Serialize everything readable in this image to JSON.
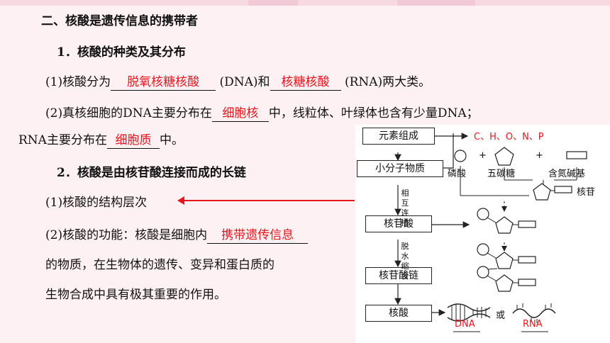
{
  "heading": "二、核酸是遗传信息的携带者",
  "section1": {
    "title": "1．核酸的种类及其分布",
    "line1": {
      "pre": "(1)核酸分为",
      "ans1": "脱氧核糖核酸",
      "mid": "(DNA)和",
      "ans2": "核糖核酸",
      "post": "(RNA)两大类。"
    },
    "line2": {
      "pre": "(2)真核细胞的DNA主要分布在",
      "ans": "细胞核",
      "post": "中，线粒体、叶绿体也含有少量DNA；"
    },
    "line3": {
      "pre": "RNA主要分布在",
      "ans": "细胞质",
      "post": "中。"
    }
  },
  "section2": {
    "title": "2．核酸是由核苷酸连接而成的长链",
    "line1": "(1)核酸的结构层次",
    "line2": {
      "pre": "(2)核酸的功能：核酸是细胞内",
      "ans": "携带遗传信息"
    },
    "line3": "的物质，在生物体的遗传、变异和蛋白质的",
    "line4": "生物合成中具有极其重要的作用。"
  },
  "diagram": {
    "boxes": [
      "元素组成",
      "小分子物质",
      "核苷酸",
      "核苷酸链",
      "核酸"
    ],
    "elements": "C、H、O、N、P",
    "components": [
      "磷酸",
      "五碳糖",
      "含氮碱基"
    ],
    "plus": "+",
    "nucleotide_label": "核苷",
    "step1": "相互连接",
    "step2": "脱水缩合",
    "dna": "DNA",
    "or": "或",
    "rna": "RNA"
  }
}
